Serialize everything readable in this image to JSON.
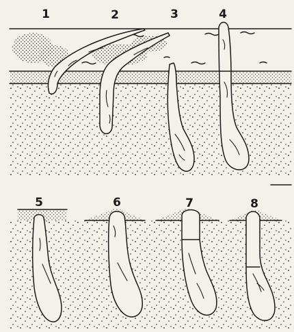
{
  "stage_labels": [
    "1",
    "2",
    "3",
    "4",
    "5",
    "6",
    "7",
    "8"
  ],
  "colors": {
    "paper": "#f4f1ea",
    "ink": "#1a1a1a"
  }
}
